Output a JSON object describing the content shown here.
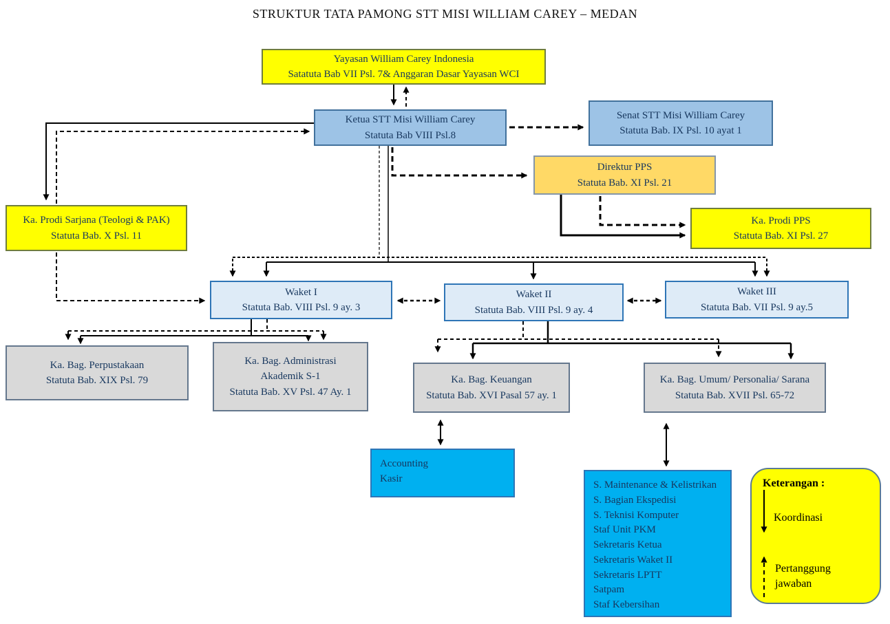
{
  "title": "STRUKTUR TATA PAMONG STT MISI WILLIAM CAREY – MEDAN",
  "boxes": {
    "yayasan": {
      "lines": [
        "Yayasan William Carey Indonesia",
        "Satatuta Bab VII Psl. 7& Anggaran Dasar Yayasan WCI"
      ]
    },
    "ketua": {
      "lines": [
        "Ketua STT Misi William Carey",
        "Statuta Bab VIII Psl.8"
      ]
    },
    "senat": {
      "lines": [
        "Senat STT Misi William Carey",
        "Statuta Bab. IX Psl. 10 ayat 1"
      ]
    },
    "direktur_pps": {
      "lines": [
        "Direktur PPS",
        "Statuta Bab. XI Psl. 21"
      ]
    },
    "prodi_sarjana": {
      "lines": [
        "Ka. Prodi Sarjana (Teologi & PAK)",
        "Statuta Bab. X Psl. 11"
      ]
    },
    "prodi_pps": {
      "lines": [
        "Ka. Prodi PPS",
        "Statuta Bab. XI Psl. 27"
      ]
    },
    "waket1": {
      "lines": [
        "Waket I",
        "Statuta Bab. VIII Psl. 9 ay. 3"
      ]
    },
    "waket2": {
      "lines": [
        "Waket II",
        "Statuta Bab. VIII Psl. 9 ay. 4"
      ]
    },
    "waket3": {
      "lines": [
        "Waket III",
        "Statuta Bab. VII Psl. 9 ay.5"
      ]
    },
    "perpustakaan": {
      "lines": [
        "Ka. Bag. Perpustakaan",
        "Statuta Bab. XIX Psl. 79"
      ]
    },
    "administrasi": {
      "lines": [
        "Ka. Bag. Administrasi",
        "Akademik S-1",
        "Statuta Bab. XV Psl. 47 Ay. 1"
      ]
    },
    "keuangan": {
      "lines": [
        "Ka. Bag. Keuangan",
        "Statuta Bab. XVI Pasal 57 ay. 1"
      ]
    },
    "umum": {
      "lines": [
        "Ka. Bag. Umum/ Personalia/ Sarana",
        "Statuta Bab. XVII Psl. 65-72"
      ]
    },
    "accounting": {
      "lines": [
        "Accounting",
        "Kasir"
      ]
    }
  },
  "staff": {
    "lines": [
      "S. Maintenance & Kelistrikan",
      "S. Bagian Ekspedisi",
      "S. Teknisi Komputer",
      "Staf Unit PKM",
      "Sekretaris Ketua",
      "Sekretaris Waket II",
      "Sekretaris LPTT",
      "Satpam",
      "Staf Kebersihan"
    ]
  },
  "legend": {
    "title": "Keterangan :",
    "koordinasi_label": "Koordinasi",
    "koordinasi_arrow": "solid-down-arrow",
    "pertanggung_label": "Pertanggung jawaban",
    "pertanggung_arrow": "dashed-up-arrow"
  },
  "colors": {
    "box_yellow": "#FFFF00",
    "box_blue": "#9DC3E6",
    "box_light_blue": "#DEEBF7",
    "box_orange": "#FFD966",
    "box_gray": "#D9D9D9",
    "box_cyan": "#00B0F0",
    "text_navy": "#17375E",
    "line_black": "#000000"
  }
}
